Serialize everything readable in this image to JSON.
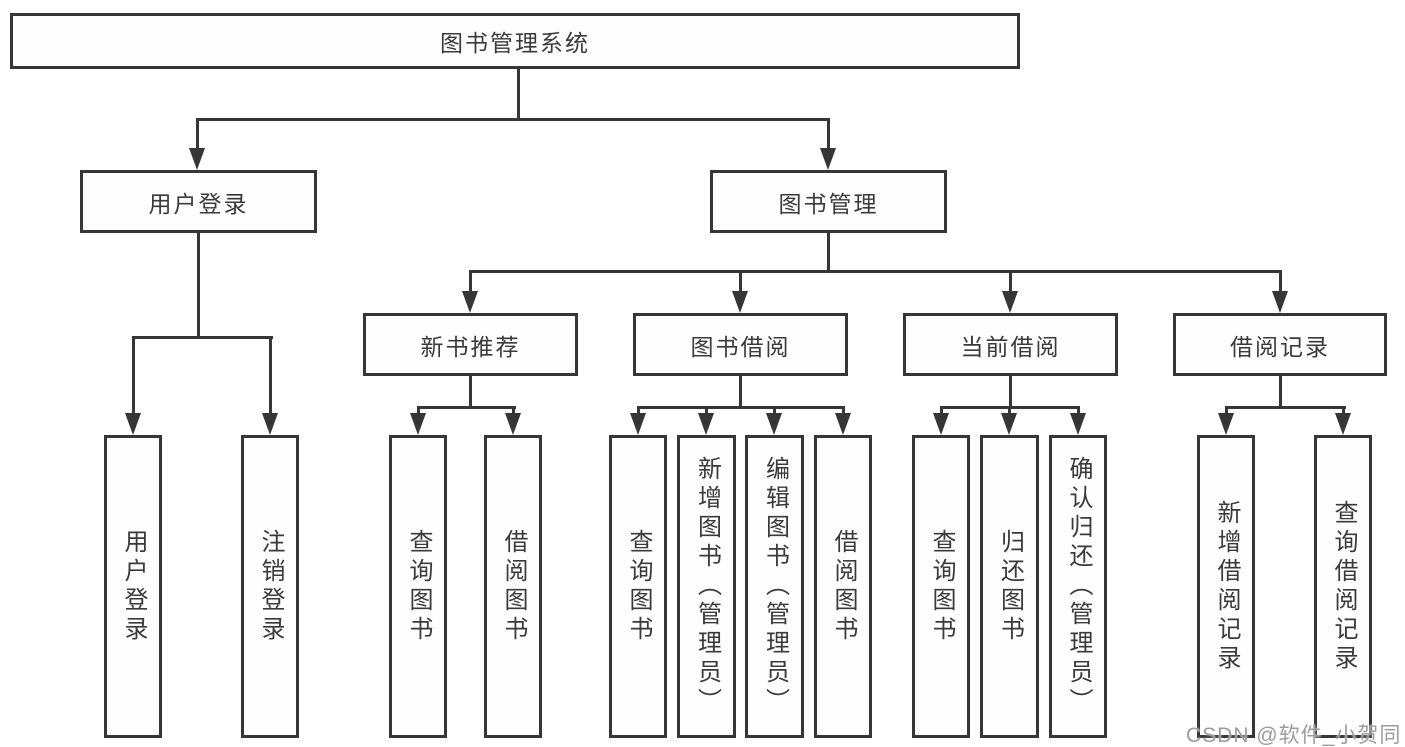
{
  "diagram": {
    "title": "图书管理系统",
    "tree": {
      "label": "图书管理系统",
      "children": [
        {
          "label": "用户登录",
          "children": [
            {
              "label": "用户登录"
            },
            {
              "label": "注销登录"
            }
          ]
        },
        {
          "label": "图书管理",
          "children": [
            {
              "label": "新书推荐",
              "children": [
                {
                  "label": "查询图书"
                },
                {
                  "label": "借阅图书"
                }
              ]
            },
            {
              "label": "图书借阅",
              "children": [
                {
                  "label": "查询图书"
                },
                {
                  "label": "新增图书（管理员）"
                },
                {
                  "label": "编辑图书（管理员）"
                },
                {
                  "label": "借阅图书"
                }
              ]
            },
            {
              "label": "当前借阅",
              "children": [
                {
                  "label": "查询图书"
                },
                {
                  "label": "归还图书"
                },
                {
                  "label": "确认归还（管理员）"
                }
              ]
            },
            {
              "label": "借阅记录",
              "children": [
                {
                  "label": "新增借阅记录"
                },
                {
                  "label": "查询借阅记录"
                }
              ]
            }
          ]
        }
      ]
    }
  },
  "watermark": {
    "text": "CSDN @软件_小贺同学"
  },
  "colors": {
    "line": "#363636",
    "box_border": "#363636",
    "text": "#3a3a3a",
    "watermark": "#9c9c9c",
    "background": "#ffffff"
  }
}
